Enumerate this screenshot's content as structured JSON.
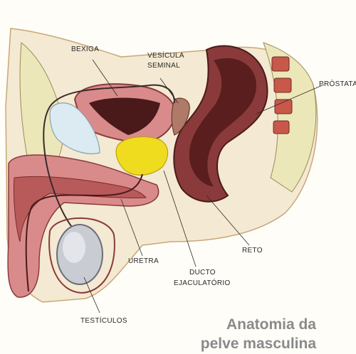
{
  "labels": {
    "bexiga": "BEXIGA",
    "vesicula_1": "VESÍCULA",
    "vesicula_2": "SEMINAL",
    "prostata": "PRÓSTATA",
    "reto": "RETO",
    "uretra": "URETRA",
    "ducto_1": "DUCTO",
    "ducto_2": "EJACULATÓRIO",
    "testiculos": "TESTÍCULOS"
  },
  "title": {
    "line1": "Anatomia da",
    "line2": "pelve masculina"
  },
  "colors": {
    "bone": "#ece7b8",
    "muscle": "#d98b8b",
    "dark_tissue": "#6b2a2a",
    "prostate": "#f0dc1e",
    "testis": "#c9ccd3",
    "bladder_fill": "#dcebf2",
    "title_gray": "#8a8a8a"
  }
}
